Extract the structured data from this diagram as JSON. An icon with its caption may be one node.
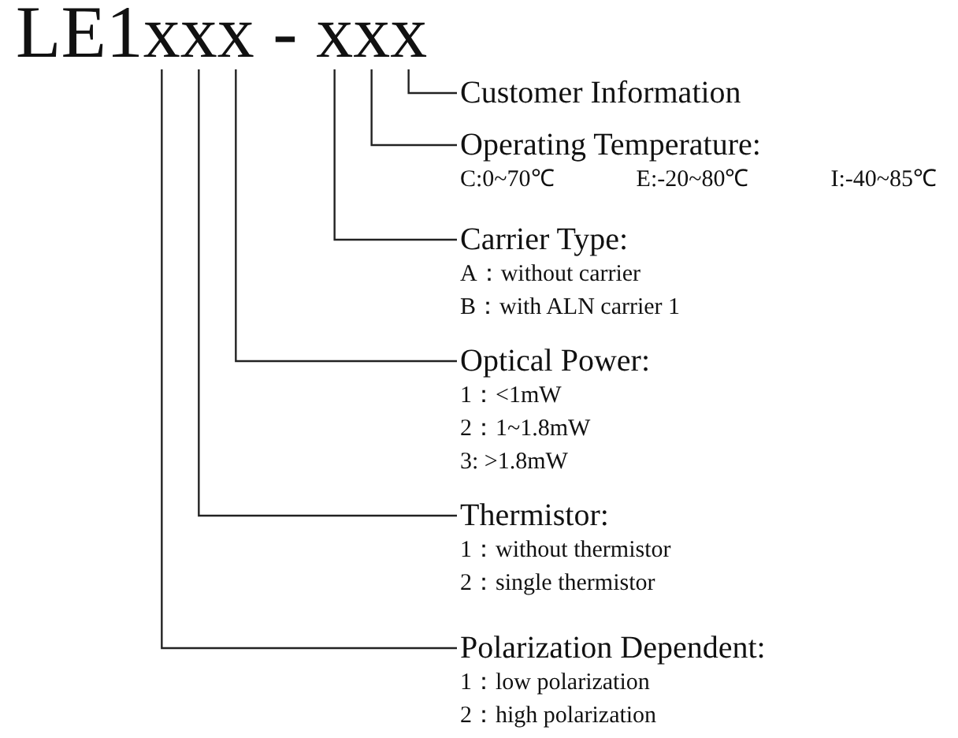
{
  "diagram": {
    "nodes": [
      {
        "text": [
          "LE1xxx - xxx"
        ]
      },
      {
        "text": [
          "Customer Information"
        ]
      },
      {
        "text": [
          "Operating Temperature:",
          "C:0~70℃",
          "E:-20~80℃",
          "I:-40~85℃"
        ]
      },
      {
        "text": [
          "Carrier Type:",
          "A：without carrier",
          "B：with ALN carrier 1"
        ]
      },
      {
        "text": [
          "Optical Power:",
          "1：<1mW",
          "2：1~1.8mW",
          "3: >1.8mW"
        ]
      },
      {
        "text": [
          "Thermistor:",
          "1：without thermistor",
          "2：single thermistor"
        ]
      },
      {
        "text": [
          "Polarization Dependent:",
          "1：low polarization",
          "2：high polarization"
        ]
      }
    ],
    "edges": [
      {
        "from": 1,
        "to": 0,
        "arrow": "none"
      },
      {
        "from": 2,
        "to": 0,
        "arrow": "none"
      },
      {
        "from": 3,
        "to": 0,
        "arrow": "none"
      },
      {
        "from": 4,
        "to": 0,
        "arrow": "none"
      },
      {
        "from": 5,
        "to": 0,
        "arrow": "none"
      },
      {
        "from": 6,
        "to": 0,
        "arrow": "none"
      }
    ]
  }
}
